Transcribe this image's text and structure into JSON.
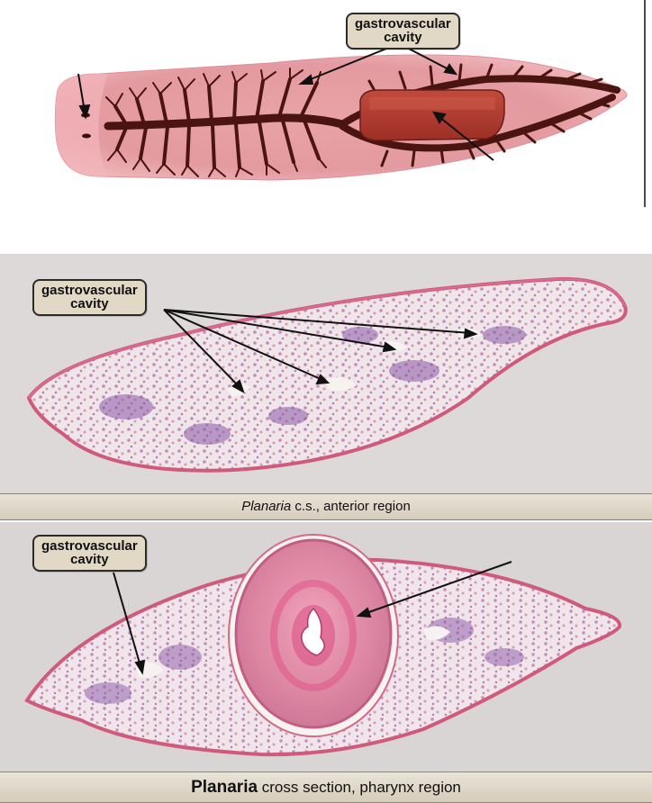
{
  "panels": [
    {
      "label": {
        "line1": "gastrovascular",
        "line2": "cavity"
      }
    },
    {
      "label": {
        "line1": "gastrovascular",
        "line2": "cavity"
      },
      "caption": {
        "italic": "Planaria",
        "rest": " c.s., anterior region"
      }
    },
    {
      "label": {
        "line1": "gastrovascular",
        "line2": "cavity"
      },
      "caption": {
        "bold": "Planaria",
        "rest": " cross section, pharynx region"
      }
    }
  ],
  "colors": {
    "tissue_pink": "#e8a6ae",
    "gut_dark": "#4a1410",
    "pharynx": "#a8322a",
    "stain_pink": "#d4607e",
    "stain_purple": "#8a5aa8",
    "background_gray": "#d8d4d2",
    "label_fill": "#e2d8c6"
  }
}
